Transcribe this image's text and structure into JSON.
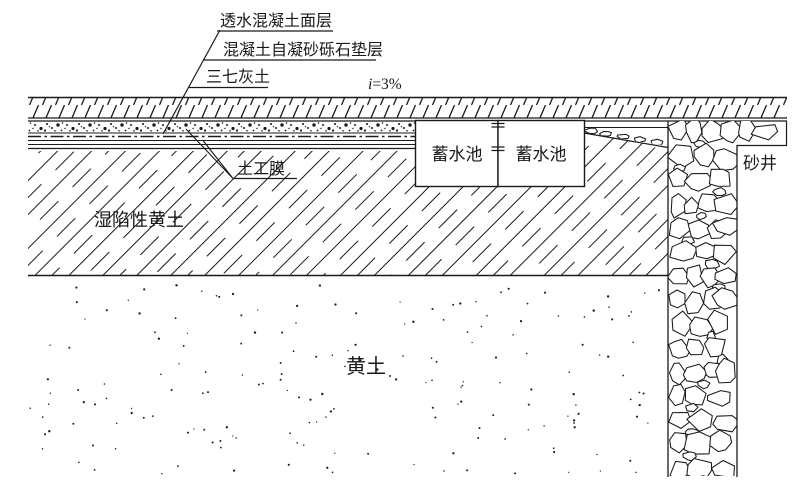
{
  "labels": {
    "surface": "透水混凝土面层",
    "cushion": "混凝土自凝砂砾石垫层",
    "lime_soil": "三七灰土",
    "slope_i": "i",
    "slope_eq": "=3%",
    "geomembrane": "土工膜",
    "collapsible_loess": "湿陷性黄土",
    "reservoir_left": "蓄水池",
    "reservoir_right": "蓄水池",
    "sand_well": "砂井",
    "loess": "黄土"
  },
  "colors": {
    "ink": "#1a1a1a",
    "paper": "#ffffff"
  }
}
